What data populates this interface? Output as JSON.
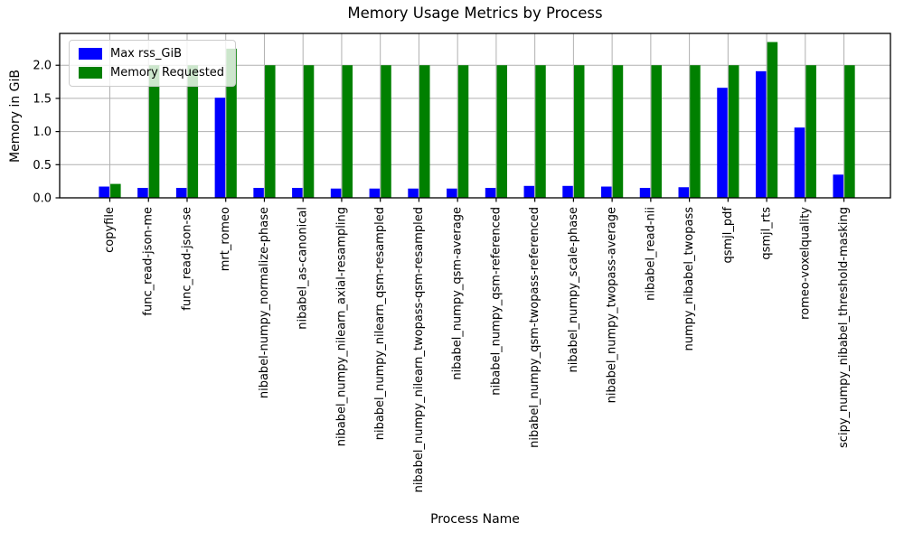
{
  "figure": {
    "title": "Memory Usage Metrics by Process",
    "xlabel": "Process Name",
    "ylabel": "Memory in GiB"
  },
  "chart_data": {
    "type": "bar",
    "title": "Memory Usage Metrics by Process",
    "xlabel": "Process Name",
    "ylabel": "Memory in GiB",
    "grid": true,
    "legend_position": "upper left",
    "ylim": [
      0,
      2.48
    ],
    "yticks": [
      "0.0",
      "0.5",
      "1.0",
      "1.5",
      "2.0"
    ],
    "ytick_values": [
      0.0,
      0.5,
      1.0,
      1.5,
      2.0
    ],
    "categories": [
      "copyfile",
      "func_read-json-me",
      "func_read-json-se",
      "mrt_romeo",
      "nibabel-numpy_normalize-phase",
      "nibabel_as-canonical",
      "nibabel_numpy_nilearn_axial-resampling",
      "nibabel_numpy_nilearn_qsm-resampled",
      "nibabel_numpy_nilearn_twopass-qsm-resampled",
      "nibabel_numpy_qsm-average",
      "nibabel_numpy_qsm-referenced",
      "nibabel_numpy_qsm-twopass-referenced",
      "nibabel_numpy_scale-phase",
      "nibabel_numpy_twopass-average",
      "nibabel_read-nii",
      "numpy_nibabel_twopass",
      "qsmjl_pdf",
      "qsmjl_rts",
      "romeo-voxelquality",
      "scipy_numpy_nibabel_threshold-masking"
    ],
    "series": [
      {
        "name": "Max rss_GiB",
        "color": "#0000ff",
        "values": [
          0.17,
          0.15,
          0.15,
          1.51,
          0.15,
          0.15,
          0.14,
          0.14,
          0.14,
          0.14,
          0.15,
          0.18,
          0.18,
          0.17,
          0.15,
          0.16,
          1.66,
          1.91,
          1.06,
          0.35
        ]
      },
      {
        "name": "Memory Requested",
        "color": "#008000",
        "values": [
          0.21,
          2.0,
          2.0,
          2.25,
          2.0,
          2.0,
          2.0,
          2.0,
          2.0,
          2.0,
          2.0,
          2.0,
          2.0,
          2.0,
          2.0,
          2.0,
          2.0,
          2.35,
          2.0,
          2.0
        ]
      }
    ],
    "colors": {
      "grid": "#b0b0b0",
      "spine": "#000000",
      "text": "#000000",
      "background": "#ffffff"
    }
  }
}
